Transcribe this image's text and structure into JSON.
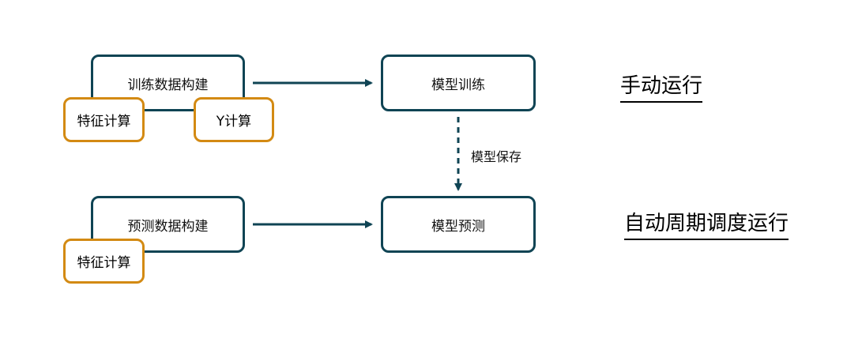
{
  "colors": {
    "main_border": "#0f4454",
    "sub_border": "#d38a13",
    "arrow": "#0f4454"
  },
  "rows": {
    "manual": {
      "heading": "手动运行",
      "data_build": "训练数据构建",
      "feature_calc": "特征计算",
      "y_calc": "Y计算",
      "model_step": "模型训练"
    },
    "scheduled": {
      "heading": "自动周期调度运行",
      "data_build": "预测数据构建",
      "feature_calc": "特征计算",
      "model_step": "模型预测"
    }
  },
  "edges": {
    "save_label": "模型保存"
  }
}
